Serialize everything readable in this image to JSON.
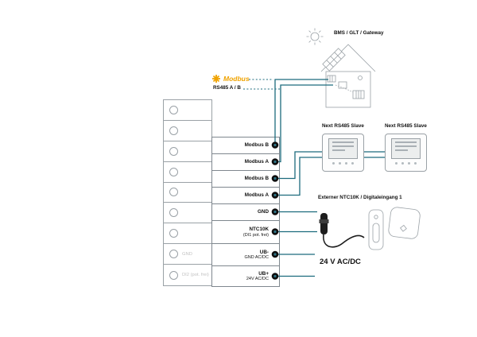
{
  "diagram": {
    "modbus_logo": {
      "brand": "Modbus",
      "bus_label": "RS485 A / B"
    },
    "bms_label": "BMS / GLT / Gateway",
    "slave1_label": "Next RS485 Slave",
    "slave2_label": "Next RS485 Slave",
    "external_label": "Externer NTC10K / Digitaleingang 1",
    "power_label": "24 V AC/DC"
  },
  "terminals": [
    {
      "label": "Modbus B"
    },
    {
      "label": "Modbus A"
    },
    {
      "label": "Modbus B"
    },
    {
      "label": "Modbus A"
    },
    {
      "label": "GND"
    },
    {
      "label": "NTC10K",
      "sub": "(DI1 pot. frei)"
    },
    {
      "label": "UB-",
      "sub": "GND AC/DC"
    },
    {
      "label": "UB+",
      "sub": "24V AC/DC"
    }
  ],
  "left_block": {
    "gnd_label": "GND",
    "di2_label": "DI2 (pot. frei)"
  },
  "colors": {
    "wire": "#1c6b7d",
    "dot": "#0e0e0e",
    "outline": "#9aa1a6",
    "modbus_orange": "#f0a300",
    "muted_gray": "#c2c2c2"
  }
}
